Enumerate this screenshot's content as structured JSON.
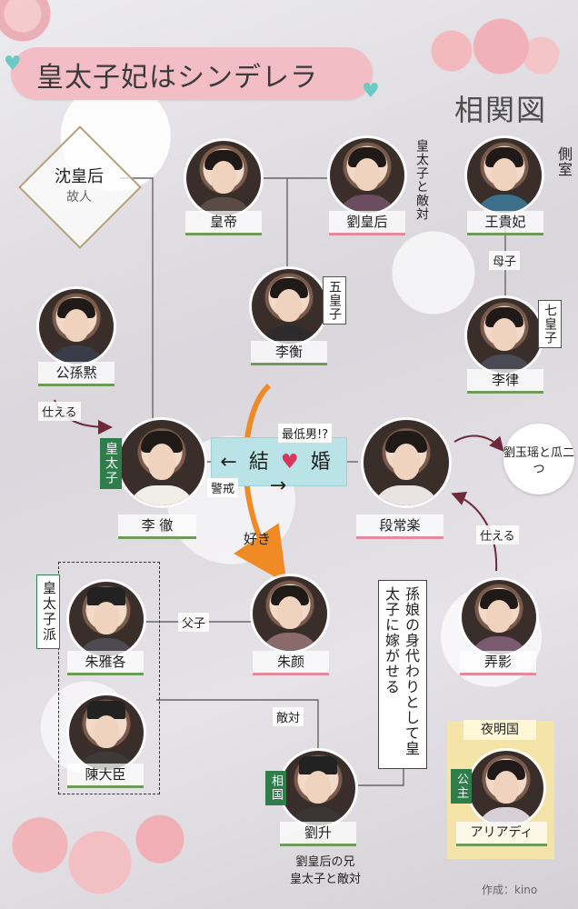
{
  "title": "皇太子妃はシンデレラ",
  "subtitle": "相関図",
  "credit": "作成：kino",
  "nodes": {
    "shen_huanghou": {
      "name": "沈皇后",
      "note": "故人"
    },
    "huangdi": {
      "name": "皇帝"
    },
    "liu_huanghou": {
      "name": "劉皇后",
      "note": "皇太子と敵対"
    },
    "wang_guifei": {
      "name": "王貴妃",
      "note": "側室"
    },
    "li_heng": {
      "name": "李衡",
      "note": "五皇子"
    },
    "li_lu": {
      "name": "李律",
      "note": "七皇子"
    },
    "gongsun_mo": {
      "name": "公孫黙"
    },
    "li_che": {
      "name": "李 徹",
      "badge": "皇太子"
    },
    "duan_changle": {
      "name": "段常楽"
    },
    "zhu_yage": {
      "name": "朱雅各"
    },
    "zhu_yan": {
      "name": "朱颜"
    },
    "chen_dachen": {
      "name": "陳大臣"
    },
    "nong_ying": {
      "name": "弄影"
    },
    "liu_sheng": {
      "name": "劉升",
      "badge": "相国",
      "note1": "劉皇后の兄",
      "note2": "皇太子と敵対"
    },
    "aliadi": {
      "name": "アリアディ",
      "badge": "公主",
      "group": "夜明国"
    }
  },
  "relations": {
    "muzi": "母子",
    "shi_eru_1": "仕える",
    "shi_eru_2": "仕える",
    "fuzi": "父子",
    "diwei": "敵対",
    "jingjie": "警戒",
    "suki": "好き",
    "zuidinan": "最低男!?",
    "marriage_left": "←",
    "marriage_kekon": "結",
    "marriage_heart": "♥",
    "marriage_kon": "婚",
    "marriage_right": "→",
    "liu_yuyao": "劉玉瑶と瓜二つ",
    "sunniang_note": "孫娘の身代わりとして皇太子に嫁がせる",
    "faction": "皇太子派"
  },
  "colors": {
    "banner": "#f3bdc6",
    "heart": "#6cc9c4",
    "name_underline": "#6e9a5a",
    "badge_green": "#2e7d4a",
    "marriage_bg": "#b9e3e6",
    "arrow_orange": "#f08a24",
    "arrow_dark": "#6e2a3a",
    "plaque": "#f6e4a2"
  }
}
